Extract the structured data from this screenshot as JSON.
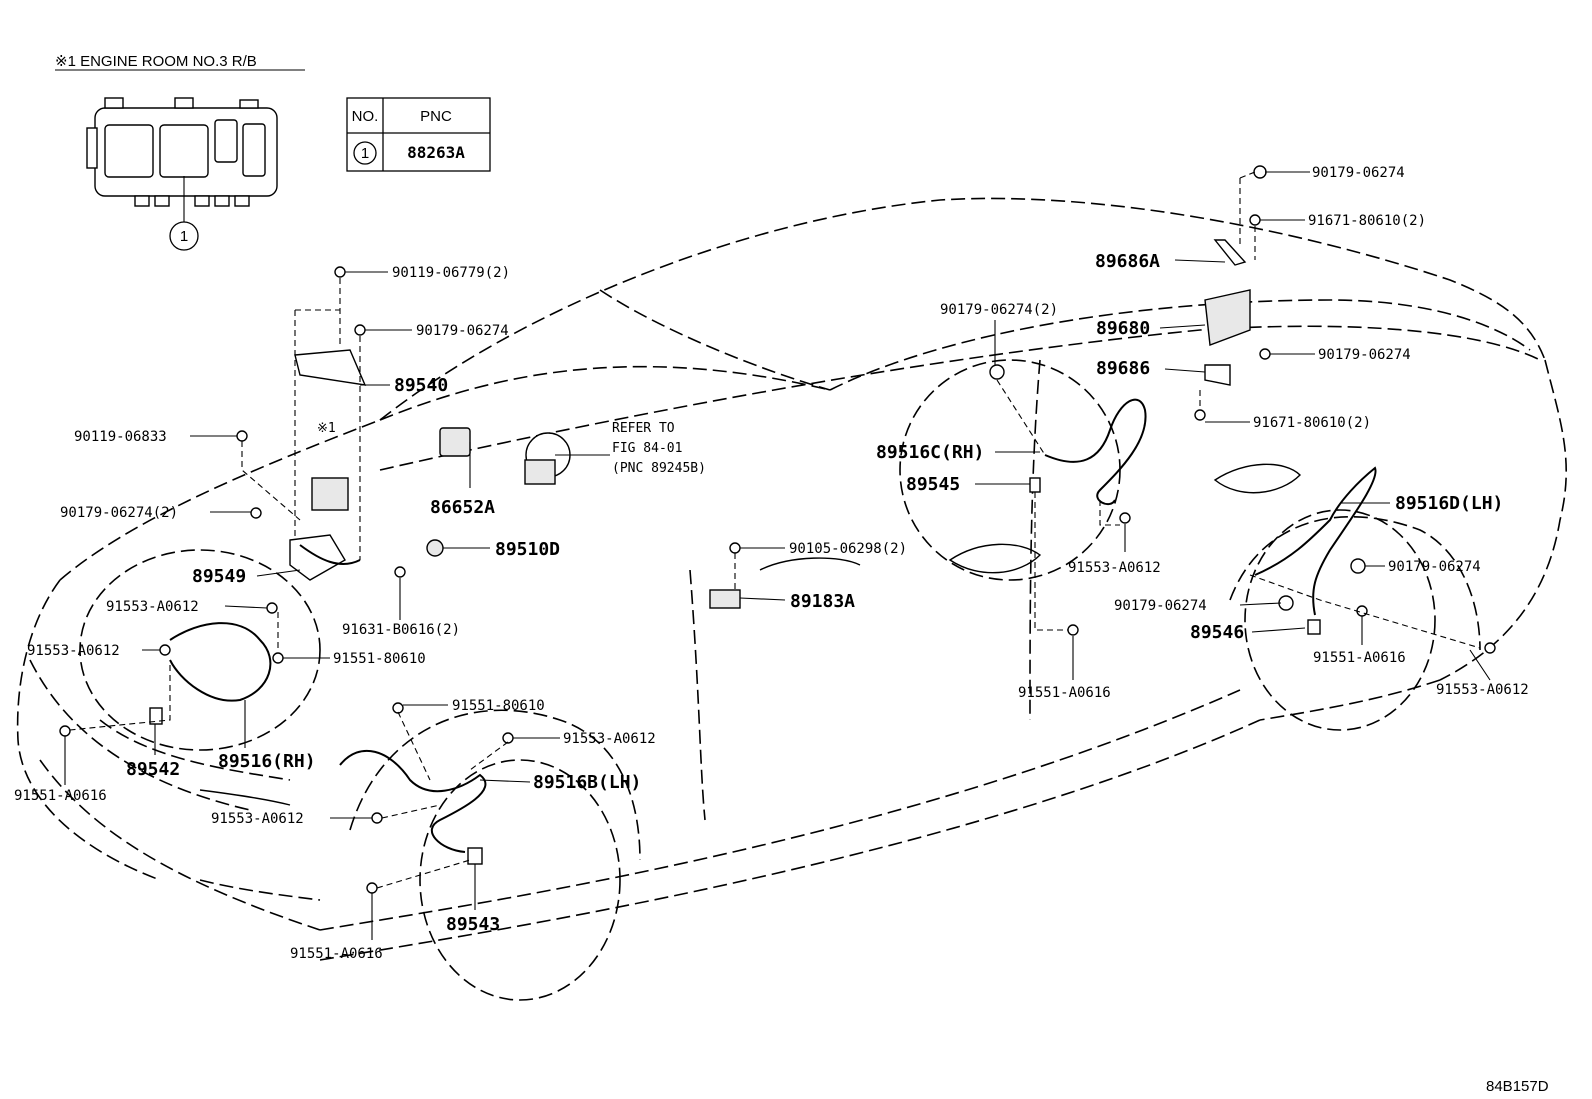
{
  "header_note": "※1 ENGINE ROOM NO.3 R/B",
  "relay_box_callout": "1",
  "table": {
    "col_no": "NO.",
    "col_pnc": "PNC",
    "rows": [
      {
        "no": "1",
        "pnc": "88263A"
      }
    ]
  },
  "note_marker": "※1",
  "refer_note": {
    "line1": "REFER TO",
    "line2": "FIG 84-01",
    "line3": "(PNC 89245B)"
  },
  "figure_id": "84B157D",
  "labels": {
    "l_90179_06274_top": "90179-06274",
    "l_91671_80610_top": "91671-80610(2)",
    "l_89686A": "89686A",
    "l_90119_06779": "90119-06779(2)",
    "l_90179_06274_a": "90179-06274",
    "l_89540": "89540",
    "l_90179_06274_2_mid": "90179-06274(2)",
    "l_89680": "89680",
    "l_89686": "89686",
    "l_90179_06274_b": "90179-06274",
    "l_91671_80610_b": "91671-80610(2)",
    "l_90119_06833": "90119-06833",
    "l_89516C": "89516C(RH)",
    "l_89545": "89545",
    "l_86652A": "86652A",
    "l_90179_06274_2_left": "90179-06274(2)",
    "l_89516D": "89516D(LH)",
    "l_89510D": "89510D",
    "l_90105_06298": "90105-06298(2)",
    "l_89549": "89549",
    "l_91553_A0612_c": "91553-A0612",
    "l_90179_06274_c": "90179-06274",
    "l_89183A": "89183A",
    "l_91553_A0612_a": "91553-A0612",
    "l_90179_06274_d": "90179-06274",
    "l_91631_B0616": "91631-B0616(2)",
    "l_89546": "89546",
    "l_91553_A0612_b": "91553-A0612",
    "l_91551_80610_a": "91551-80610",
    "l_91551_A0616_r": "91551-A0616",
    "l_91551_A0616_c": "91551-A0616",
    "l_91553_A0612_r": "91553-A0612",
    "l_91551_80610_b": "91551-80610",
    "l_91553_A0612_d": "91553-A0612",
    "l_89542": "89542",
    "l_89516RH": "89516(RH)",
    "l_89516B": "89516B(LH)",
    "l_91551_A0616_l": "91551-A0616",
    "l_91553_A0612_e": "91553-A0612",
    "l_89543": "89543",
    "l_91551_A0616_f": "91551-A0616"
  }
}
